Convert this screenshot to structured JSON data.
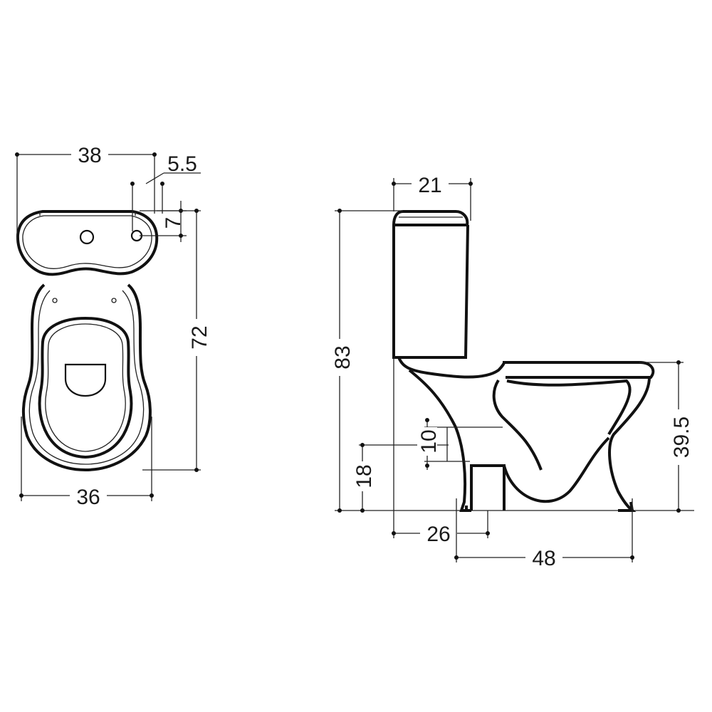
{
  "top_view": {
    "dimensions": {
      "overall_width": "38",
      "offset": "5.5",
      "hole_offset": "7",
      "overall_length": "72",
      "bowl_width": "36"
    }
  },
  "side_view": {
    "dimensions": {
      "cistern_depth": "21",
      "overall_height": "83",
      "seat_height": "39.5",
      "outlet_height": "18",
      "outlet_diameter": "10",
      "outlet_distance": "26",
      "base_depth": "48"
    }
  },
  "colors": {
    "line": "#111111",
    "background": "#ffffff"
  }
}
